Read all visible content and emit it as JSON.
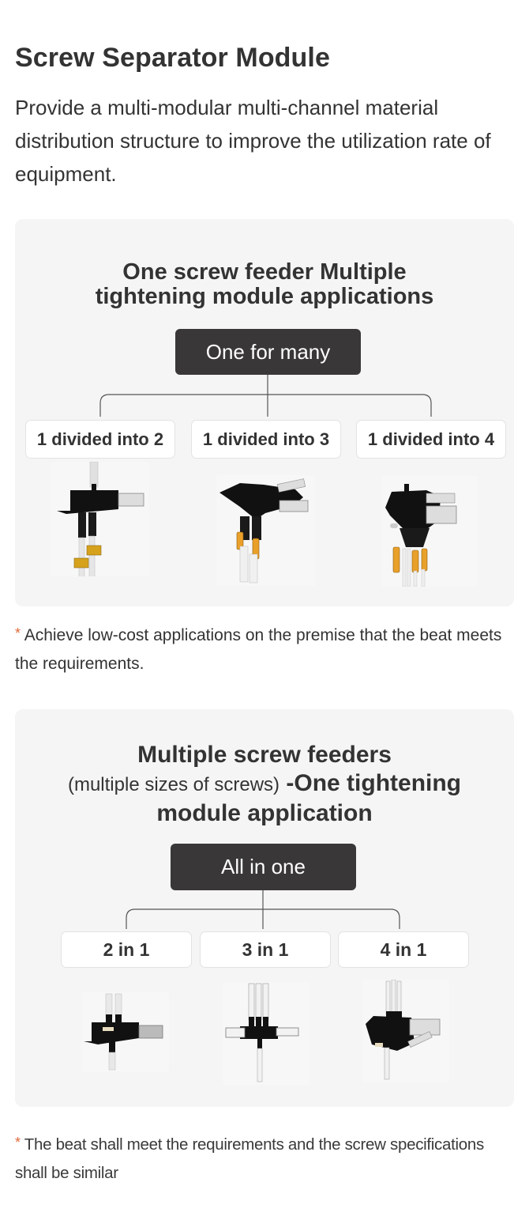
{
  "page": {
    "title": "Screw Separator Module",
    "intro": "Provide a multi-modular multi-channel material distribution structure to improve the utilization rate of equipment."
  },
  "colors": {
    "text": "#333333",
    "card_background": "#f5f5f5",
    "root_box": "#393738",
    "asterisk": "#e06a3b"
  },
  "sections": [
    {
      "heading_line1": "One screw feeder Multiple",
      "heading_line2": "tightening module applications",
      "root_label": "One for many",
      "branches": [
        {
          "label": "1 divided into 2",
          "image": "screw-separator-2-way-product-image"
        },
        {
          "label": "1 divided into 3",
          "image": "screw-separator-3-way-product-image"
        },
        {
          "label": "1 divided into 4",
          "image": "screw-separator-4-way-product-image"
        }
      ],
      "note_marker": "*",
      "note": "Achieve low-cost applications on the premise that the beat meets the requirements."
    },
    {
      "heading_line1": "Multiple screw feeders",
      "heading_small": "(multiple sizes of screws)",
      "heading_line2_rest": "-One tightening",
      "heading_line3": "module application",
      "root_label": "All in one",
      "branches": [
        {
          "label": "2 in 1",
          "image": "screw-merger-2-in-1-product-image"
        },
        {
          "label": "3 in 1",
          "image": "screw-merger-3-in-1-product-image"
        },
        {
          "label": "4 in 1",
          "image": "screw-merger-4-in-1-product-image"
        }
      ],
      "note_marker": "*",
      "note": "The beat shall meet the requirements and the screw specifications shall be similar"
    }
  ]
}
